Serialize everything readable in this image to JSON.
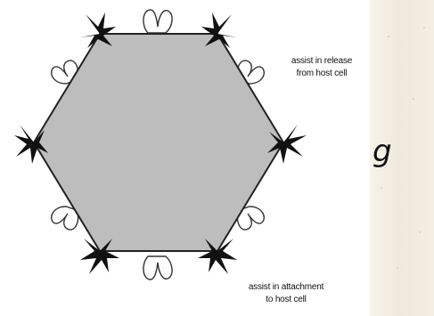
{
  "labels": {
    "release_line1": "assist in release",
    "release_line2": "from host cell",
    "attach_line1": "assist in attachment",
    "attach_line2": "to host cell"
  },
  "fragment_text": "g",
  "colors": {
    "capsid_fill": "#bdbdbd",
    "capsid_stroke": "#222222",
    "spike": "#111111",
    "fiber_stroke": "#333333",
    "fiber_fill": "#ffffff"
  }
}
